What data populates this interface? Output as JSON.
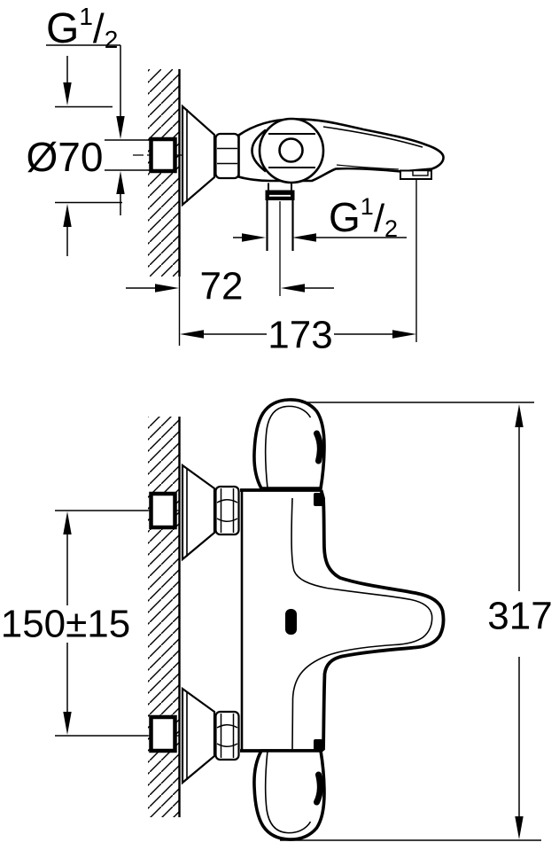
{
  "drawing": {
    "background": "#ffffff",
    "line_color": "#000000",
    "labels": {
      "thread": {
        "g": "G",
        "num": "1",
        "slash": "/",
        "den": "2"
      },
      "escutcheon_diameter": "Ø70",
      "hose_offset": "72",
      "spout_projection": "173",
      "inlet_spacing": "150±15",
      "overall_height": "317"
    }
  }
}
